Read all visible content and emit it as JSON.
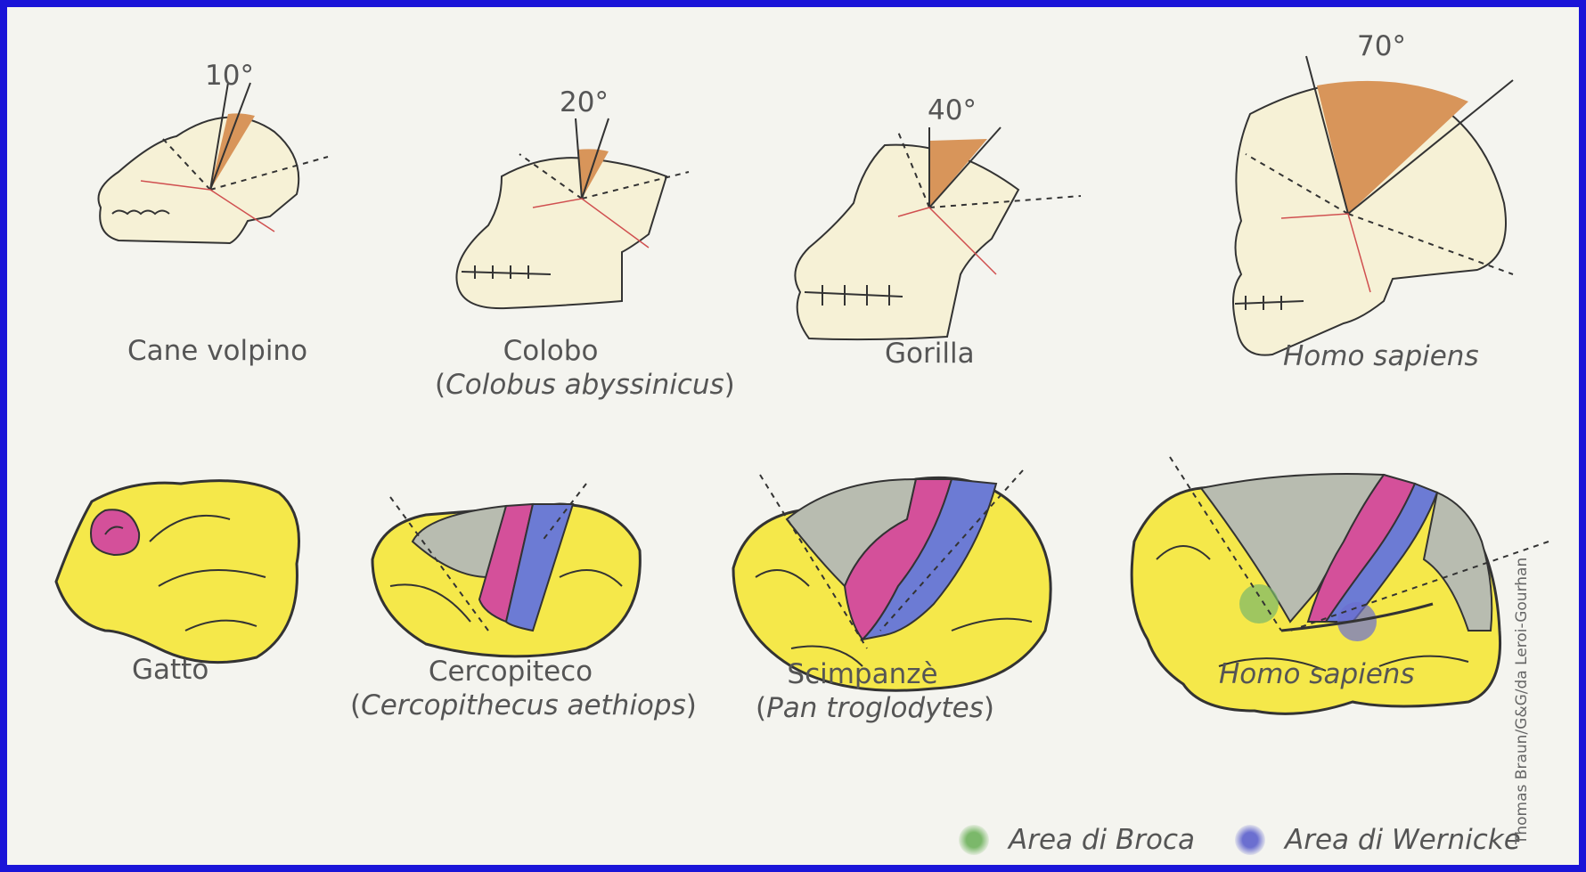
{
  "angles": {
    "dog": "10°",
    "colobus": "20°",
    "gorilla": "40°",
    "human": "70°"
  },
  "skull_labels": {
    "dog": "Cane volpino",
    "colobus_common": "Colobo",
    "colobus_sci": "Colobus abyssinicus",
    "gorilla": "Gorilla",
    "human": "Homo sapiens"
  },
  "brain_labels": {
    "cat": "Gatto",
    "cercopiteco_common": "Cercopiteco",
    "cercopiteco_sci": "Cercopithecus aethiops",
    "chimp_common": "Scimpanzè",
    "chimp_sci": "Pan troglodytes",
    "human": "Homo sapiens"
  },
  "legend": {
    "broca": {
      "label": "Area di Broca",
      "color": "#7bb86a"
    },
    "wernicke": {
      "label": "Area di Wernicke",
      "color": "#6b6fd0"
    }
  },
  "credit": "Thomas Braun/G&G/da Leroi-Gourhan",
  "colors": {
    "background": "#1a14d8",
    "skull": "#f6f1d6",
    "angle_fill": "#d8955a",
    "brain": "#f5e84a",
    "premotor_gray": "#b8bcb0",
    "motor_pink": "#d4509a",
    "sensory_blue": "#6c7bd4"
  }
}
